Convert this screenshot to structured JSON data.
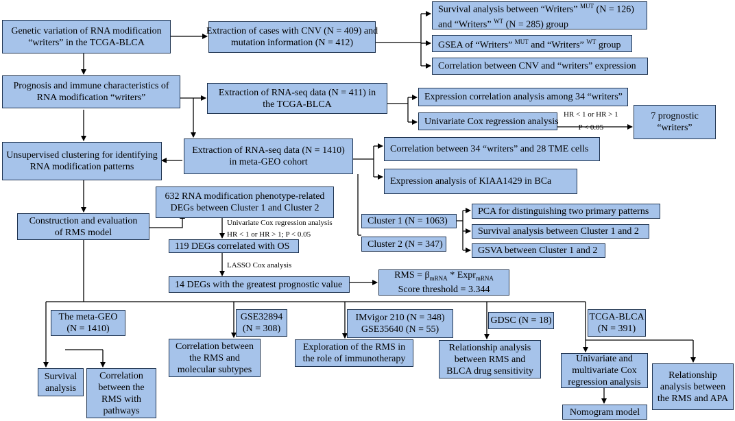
{
  "nodes": {
    "genetic": [
      "Genetic variation of RNA modification",
      "“writers” in the TCGA-BLCA"
    ],
    "cnv_extract": [
      "Extraction of cases with CNV (N = 409) and",
      "mutation information (N = 412)"
    ],
    "surv_writers_pre": "Survival analysis between “Writers”",
    "surv_writers_mut_sup": "MUT",
    "surv_writers_mid": " (N = 126)",
    "surv_writers_line2_pre": "and “Writers” ",
    "surv_writers_wt_sup": "WT",
    "surv_writers_line2_post": " (N = 285) group",
    "gsea_pre": "GSEA of “Writers”",
    "gsea_mut_sup": "MUT",
    "gsea_mid": " and “Writers” ",
    "gsea_wt_sup": "WT",
    "gsea_post": " group",
    "cnv_corr": "Correlation between CNV and “writers” expression",
    "prognosis": [
      "Prognosis and immune characteristics of",
      "RNA modification “writers”"
    ],
    "rnaseq411": [
      "Extraction of RNA-seq data (N = 411) in",
      "the TCGA-BLCA"
    ],
    "expr_corr": "Expression correlation analysis among 34 “writers”",
    "unicox": "Univariate Cox regression analysis",
    "hr_note": [
      "HR < 1 or HR > 1",
      "P < 0.05"
    ],
    "seven": [
      "7  prognostic",
      "“writers”"
    ],
    "unsup": [
      "Unsupervised clustering for identifying",
      "RNA modification patterns"
    ],
    "rnaseq1410": [
      "Extraction of RNA-seq data (N = 1410)",
      "in meta-GEO cohort"
    ],
    "tme_corr": "Correlation between 34 “writers” and 28 TME cells",
    "kiaa": "Expression analysis of KIAA1429 in BCa",
    "degs632": [
      "632 RNA modification phenotype-related",
      "DEGs between Cluster 1 and Cluster 2"
    ],
    "unicox_note": [
      "Univariate Cox regression analysis",
      "HR < 1 or HR > 1; P < 0.05"
    ],
    "construction": [
      "Construction and evaluation",
      "of RMS model"
    ],
    "degs119": "119 DEGs correlated with OS",
    "cluster1": "Cluster 1 (N = 1063)",
    "cluster2": "Cluster 2 (N = 347)",
    "pca": "PCA for distinguishing two primary patterns",
    "surv_cluster": "Survival analysis between Cluster 1 and 2",
    "gsva": "GSVA between Cluster 1 and 2",
    "lasso_note": "LASSO Cox analysis",
    "degs14": "14 DEGs with the greatest prognostic value",
    "rms_formula_pre": "RMS = β",
    "rms_formula_sub1": "mRNA",
    "rms_formula_mid": " * Expr",
    "rms_formula_sub2": "mRNA",
    "rms_threshold": "Score threshold = 3.344",
    "metageo": [
      "The meta-GEO",
      "(N = 1410)"
    ],
    "gse32894": [
      "GSE32894",
      "(N = 308)"
    ],
    "imvigor": [
      "IMvigor 210 (N = 348)",
      "GSE35640 (N = 55)"
    ],
    "gdsc": "GDSC (N = 18)",
    "tcga391": [
      "TCGA-BLCA",
      "(N = 391)"
    ],
    "survival": [
      "Survival",
      "analysis"
    ],
    "corr_pathways": [
      "Correlation",
      "between the",
      "RMS with",
      "pathways"
    ],
    "corr_subtypes": [
      "Correlation between",
      "the RMS and",
      "molecular subtypes"
    ],
    "immuno": [
      "Exploration of the RMS in",
      "the role of immunotherapy"
    ],
    "drug": [
      "Relationship analysis",
      "between RMS and",
      "BLCA drug sensitivity"
    ],
    "multicox": [
      "Univariate and",
      "multivariate Cox",
      "regression analysis"
    ],
    "apa": [
      "Relationship",
      "between",
      "the RMS and APA"
    ],
    "apa_line1": "Relationship",
    "apa_line2": "analysis between",
    "nomogram": "Nomogram model"
  },
  "colors": {
    "box_fill": "#a6c3ea",
    "box_border": "#1e3350",
    "line": "#000000"
  }
}
